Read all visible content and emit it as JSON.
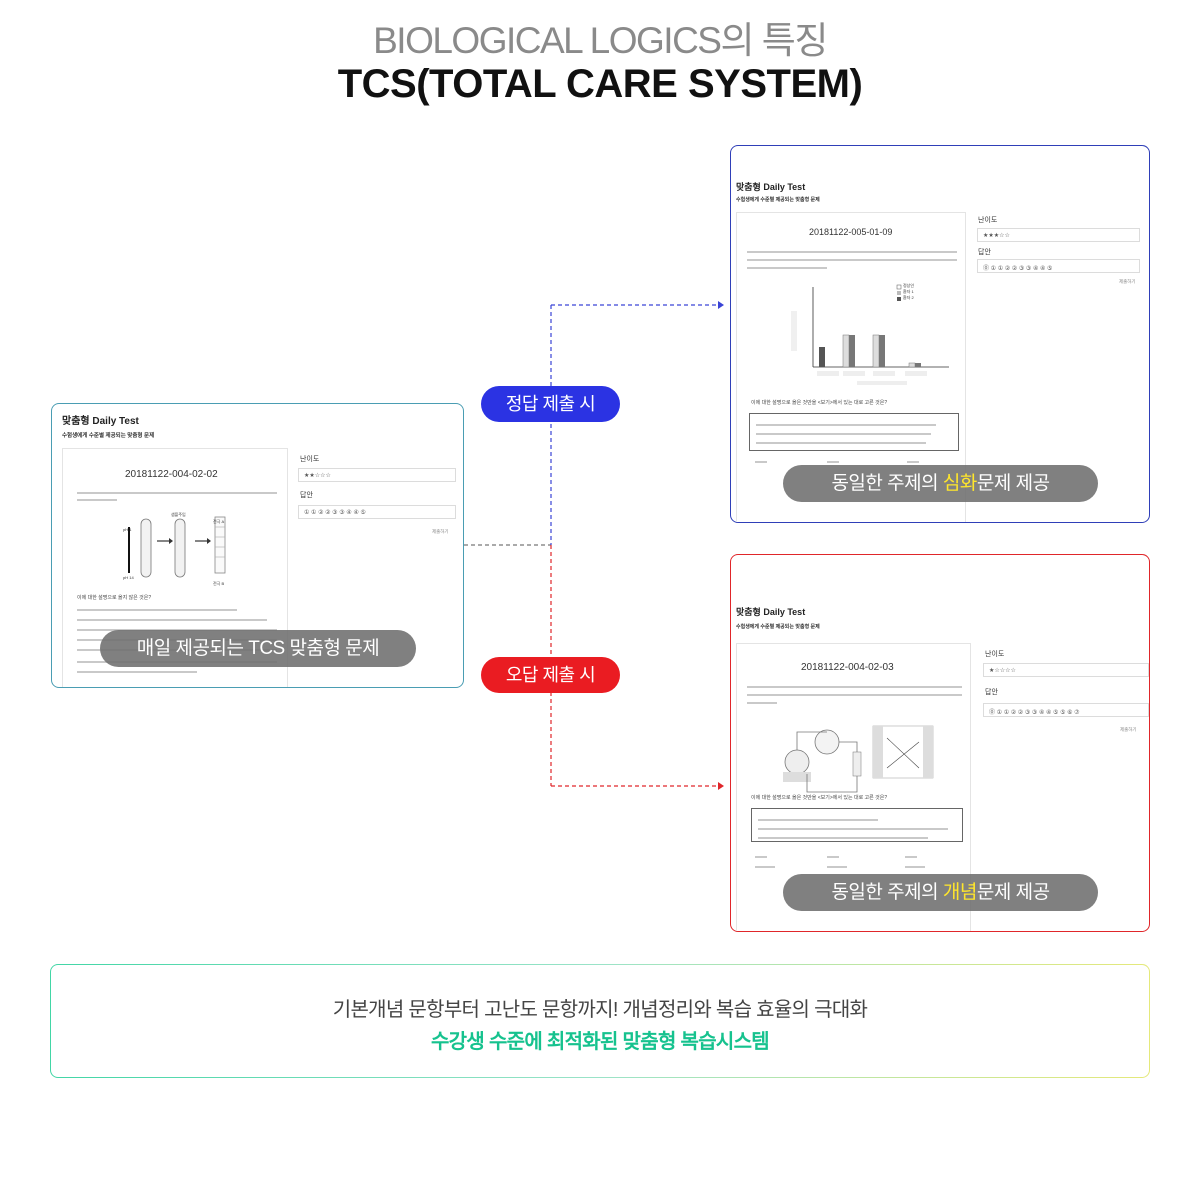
{
  "header": {
    "subtitle": "BIOLOGICAL LOGICS의 특징",
    "title": "TCS(TOTAL CARE SYSTEM)"
  },
  "flow": {
    "correct_label": "정답 제출 시",
    "wrong_label": "오답 제출 시"
  },
  "card_left": {
    "heading": "맞춤형 Daily Test",
    "subheading": "수험생에게 수준별 제공되는 맞춤형 문제",
    "code": "20181122-004-02-02",
    "difficulty_label": "난이도",
    "difficulty_value": "★★☆☆☆",
    "answer_label": "답안",
    "answer_options": "① ① ② ② ③ ③ ④ ④ ⑤",
    "submit": "제출하기",
    "figure_labels": {
      "a": "pH 1",
      "b": "pH 14",
      "c": "샘플주입",
      "d": "전극 A",
      "e": "전극 B"
    },
    "question": "이에 대한 설명으로 옳지 않은 것은?",
    "overlay": "매일 제공되는 TCS 맞춤형 문제"
  },
  "card_top": {
    "heading": "맞춤형 Daily Test",
    "subheading": "수험생에게 수준별 제공되는 맞춤형 문제",
    "code": "20181122-005-01-09",
    "difficulty_label": "난이도",
    "difficulty_value": "★★★☆☆",
    "answer_label": "답안",
    "answer_options": "⓪ ① ① ② ② ③ ③ ④ ④ ⑤",
    "submit": "제출하기",
    "legend": [
      "정상인",
      "환자 1",
      "환자 2"
    ],
    "question": "이에 대한 설명으로 옳은 것만을 <보기>에서 있는 대로 고른 것은?",
    "overlay_before": "동일한 주제의 ",
    "overlay_highlight": "심화",
    "overlay_after": "문제 제공"
  },
  "card_bottom": {
    "heading": "맞춤형 Daily Test",
    "subheading": "수험생에게 수준별 제공되는 맞춤형 문제",
    "code": "20181122-004-02-03",
    "difficulty_label": "난이도",
    "difficulty_value": "★☆☆☆☆",
    "answer_label": "답안",
    "answer_options": "⓪ ① ① ② ② ③ ③ ④ ④ ⑤ ⑤ ⑥ ⑦",
    "submit": "제출하기",
    "question": "이에 대한 설명으로 옳은 것만을 <보기>에서 있는 대로 고른 것은?",
    "overlay_before": "동일한 주제의 ",
    "overlay_highlight": "개념",
    "overlay_after": "문제 제공"
  },
  "bottom": {
    "line1": "기본개념 문항부터 고난도 문항까지! 개념정리와 복습 효율의 극대화",
    "line2": "수강생 수준에 최적화된 맞춤형 복습시스템"
  },
  "colors": {
    "blue": "#2b33e3",
    "red": "#ea1c22",
    "green": "#16c28e",
    "highlight": "#ffe62b"
  }
}
